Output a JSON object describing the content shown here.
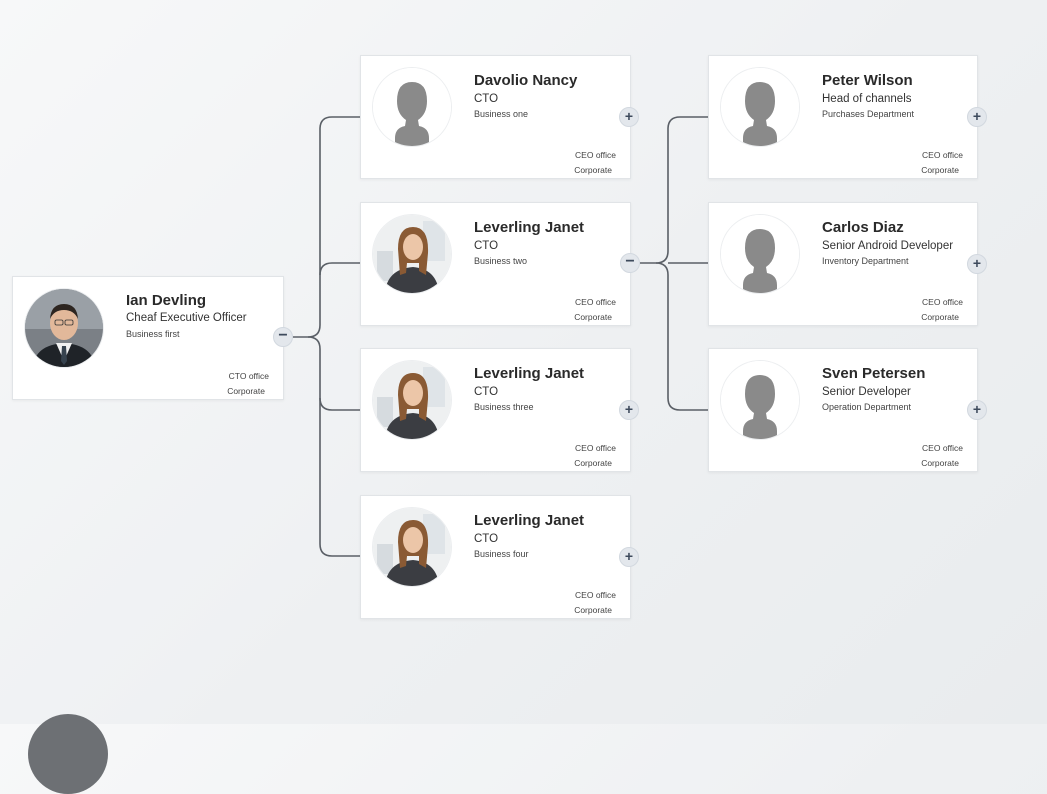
{
  "root": {
    "name": "Ian Devling",
    "title": "Cheaf Executive Officer",
    "department": "Business first",
    "office": "CTO office",
    "unit": "Corporate",
    "avatar": "man-photo",
    "toggle": "−"
  },
  "level1": [
    {
      "name": "Davolio Nancy",
      "title": "CTO",
      "department": "Business one",
      "office": "CEO office",
      "unit": "Corporate",
      "avatar": "placeholder-silhouette",
      "toggle": "+"
    },
    {
      "name": "Leverling Janet",
      "title": "CTO",
      "department": "Business two",
      "office": "CEO office",
      "unit": "Corporate",
      "avatar": "woman-photo",
      "toggle": "−"
    },
    {
      "name": "Leverling Janet",
      "title": "CTO",
      "department": "Business three",
      "office": "CEO office",
      "unit": "Corporate",
      "avatar": "woman-photo",
      "toggle": "+"
    },
    {
      "name": "Leverling Janet",
      "title": "CTO",
      "department": "Business four",
      "office": "CEO office",
      "unit": "Corporate",
      "avatar": "woman-photo",
      "toggle": "+"
    }
  ],
  "level2": [
    {
      "name": "Peter Wilson",
      "title": "Head of channels",
      "department": "Purchases Department",
      "office": "CEO office",
      "unit": "Corporate",
      "avatar": "placeholder-silhouette",
      "toggle": "+"
    },
    {
      "name": "Carlos Diaz",
      "title": "Senior Android Developer",
      "department": "Inventory Department",
      "office": "CEO office",
      "unit": "Corporate",
      "avatar": "placeholder-silhouette",
      "toggle": "+"
    },
    {
      "name": "Sven Petersen",
      "title": "Senior Developer",
      "department": "Operation Department",
      "office": "CEO office",
      "unit": "Corporate",
      "avatar": "placeholder-silhouette",
      "toggle": "+"
    }
  ],
  "colors": {
    "connector": "#5a5f66",
    "toggle_bg": "#e3e7ec",
    "toggle_fg": "#3d4a5c",
    "silhouette": "#8a8a8a"
  }
}
